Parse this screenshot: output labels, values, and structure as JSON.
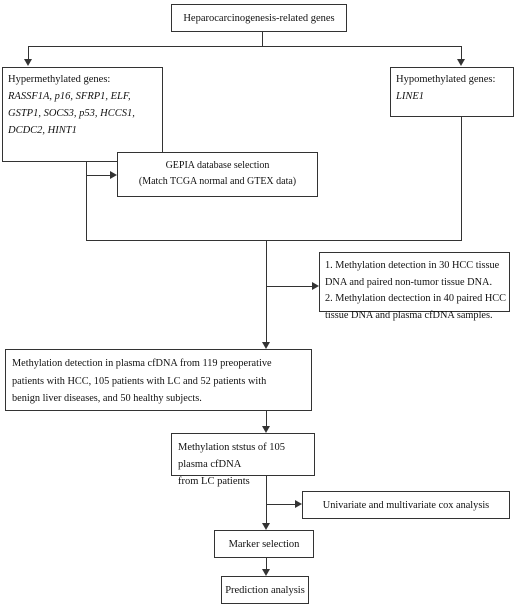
{
  "boxes": {
    "root": "Heparocarcinogenesis-related genes",
    "hyper": {
      "title": "Hypermethylated genes:",
      "line1": "RASSF1A, p16, SFRP1, ELF,",
      "line2": "GSTP1, SOCS3, p53, HCCS1,",
      "line3": "DCDC2, HINT1"
    },
    "hypo": {
      "title": "Hypomethylated genes:",
      "gene": "LINE1"
    },
    "gepia": {
      "line1": "GEPIA database selection",
      "line2": "(Match TCGA normal and GTEX data)"
    },
    "detection": {
      "line1": "1. Methylation detection in 30 HCC tissue",
      "line2": "DNA and paired non-tumor tissue DNA.",
      "line3": "2. Methylation dectection in 40 paired HCC",
      "line4": "tissue DNA and plasma cfDNA samples."
    },
    "plasma": {
      "line1": "Methylation detection in plasma cfDNA from 119 preoperative",
      "line2": "patients with HCC, 105 patients with LC and 52 patients with",
      "line3": "benign liver diseases, and 50 healthy subjects."
    },
    "status": {
      "line1": "Methylation ststus of 105 plasma cfDNA",
      "line2": "from LC patients"
    },
    "cox": "Univariate and multivariate cox analysis",
    "marker": "Marker selection",
    "prediction": "Prediction analysis"
  }
}
